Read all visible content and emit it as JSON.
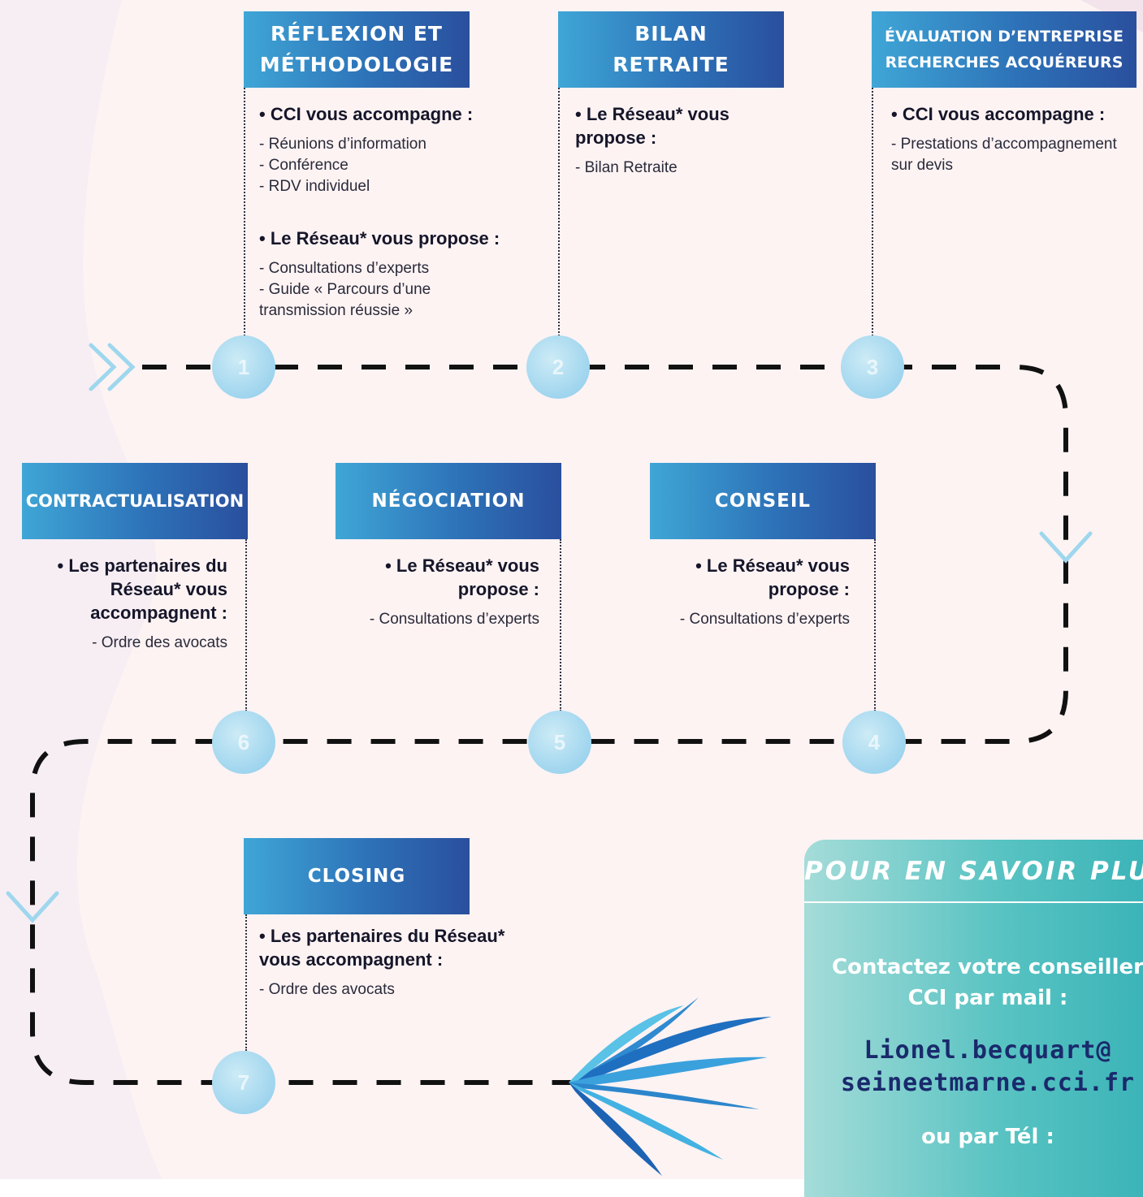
{
  "steps": [
    {
      "number": "1",
      "title": "RÉFLEXION ET\nMÉTHODOLOGIE",
      "sections": [
        {
          "heading": "• CCI vous accompagne :",
          "items": [
            "- Réunions d’information",
            "- Conférence",
            "- RDV individuel"
          ]
        },
        {
          "heading": "• Le Réseau* vous propose :",
          "items": [
            "- Consultations d’experts",
            "- Guide « Parcours d’une",
            "transmission réussie »"
          ]
        }
      ]
    },
    {
      "number": "2",
      "title": "BILAN\nRETRAITE",
      "sections": [
        {
          "heading": "• Le Réseau* vous\npropose :",
          "items": [
            "- Bilan Retraite"
          ]
        }
      ]
    },
    {
      "number": "3",
      "title": "ÉVALUATION D’ENTREPRISE\nRECHERCHES ACQUÉREURS",
      "sections": [
        {
          "heading": "• CCI vous accompagne :",
          "items": [
            "- Prestations d’accompagnement",
            "sur devis"
          ]
        }
      ]
    },
    {
      "number": "4",
      "title": "CONSEIL",
      "sections": [
        {
          "heading": "• Le Réseau* vous\npropose :",
          "items": [
            "- Consultations d’experts"
          ]
        }
      ]
    },
    {
      "number": "5",
      "title": "NÉGOCIATION",
      "sections": [
        {
          "heading": "• Le Réseau* vous\npropose :",
          "items": [
            "- Consultations d’experts"
          ]
        }
      ]
    },
    {
      "number": "6",
      "title": "CONTRACTUALISATION",
      "sections": [
        {
          "heading": "• Les partenaires du\nRéseau* vous\naccompagnent :",
          "items": [
            "- Ordre des avocats"
          ]
        }
      ]
    },
    {
      "number": "7",
      "title": "CLOSING",
      "sections": [
        {
          "heading": "• Les partenaires du Réseau*\nvous accompagnent :",
          "items": [
            "- Ordre des avocats"
          ]
        }
      ]
    }
  ],
  "contact": {
    "title": "POUR EN SAVOIR PLUS",
    "text": "Contactez votre conseiller\nCCI par mail :",
    "email": "Lionel.becquart@\nseineetmarne.cci.fr",
    "tel_label": "ou par Tél :"
  },
  "colors": {
    "header_start": "#3fa6d6",
    "header_end": "#2a4f9d",
    "circle": "#9fd5ee",
    "contact_panel": "#58c3c2",
    "email": "#1a2a6c"
  }
}
